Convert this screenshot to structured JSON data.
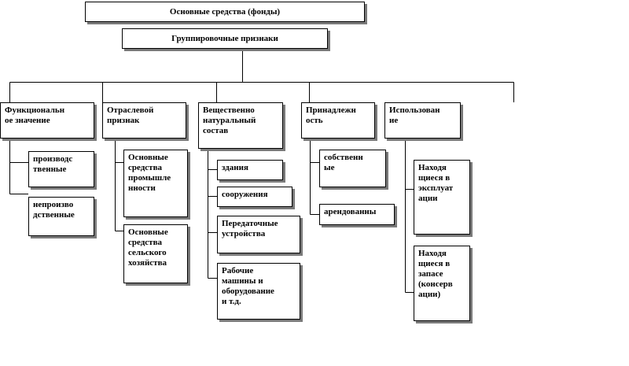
{
  "diagram": {
    "title": "Основные средства (фонды)",
    "subtitle": "Группировочные признаки",
    "categories": [
      {
        "label": "Функциональн\nое значение",
        "items": [
          "производс\nтвенные",
          "непроизво\nдственные"
        ]
      },
      {
        "label": "Отраслевой\nпризнак",
        "items": [
          "Основные\nсредства\nпромышле\nнности",
          "Основные\nсредства\nсельского\nхозяйства"
        ]
      },
      {
        "label": "Вещественно\nнатуральный\nсостав",
        "items": [
          "здания",
          "сооружения",
          "Передаточные\nустройства",
          "Рабочие\nмашины и\nоборудование\nи т.д."
        ]
      },
      {
        "label": "Принадлежн\nость",
        "items": [
          "собственн\nые",
          "арендованны"
        ]
      },
      {
        "label": "Использован\nие",
        "items": [
          "Находя\nщиеся в\nэксплуат\nации",
          "Находя\nщиеся в\nзапасе\n(консерв\nации)"
        ]
      }
    ]
  }
}
